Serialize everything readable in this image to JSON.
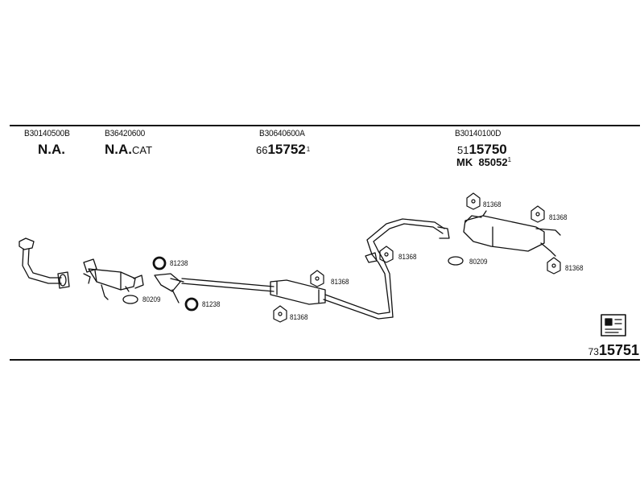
{
  "codes": [
    "B30140500B",
    "B36420600",
    "B30640600A",
    "B30140100D"
  ],
  "part1": {
    "main": "N.A."
  },
  "part2": {
    "main": "N.A.",
    "suffix": "CAT"
  },
  "part3": {
    "prefix": "66",
    "main": "15752",
    "sup": "1"
  },
  "part4": {
    "prefix": "51",
    "main": "15750"
  },
  "mk": {
    "label": "MK",
    "number": "85052",
    "sup": "1"
  },
  "labels": {
    "l81238a": "81238",
    "l81238b": "81238",
    "l80209a": "80209",
    "l81368a": "81368",
    "l81368b": "81368",
    "l81368c": "81368",
    "l81368d": "81368",
    "l81368e": "81368",
    "l81368f": "81368",
    "l80209b": "80209"
  },
  "footer": {
    "prefix": "73",
    "main": "15751"
  }
}
